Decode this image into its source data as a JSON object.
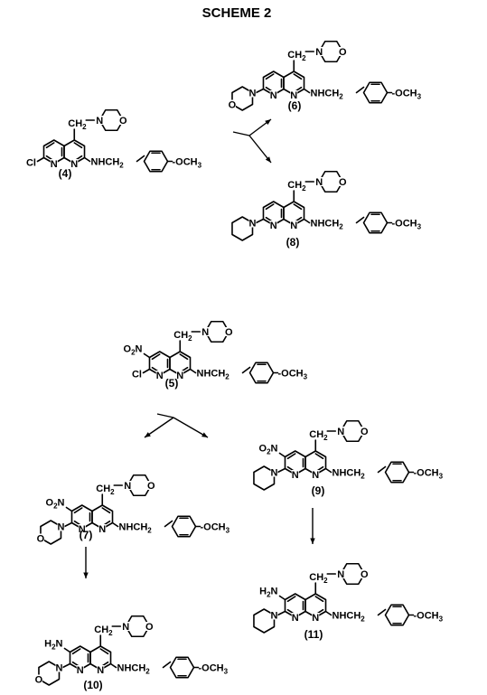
{
  "title": "SCHEME 2",
  "atoms": {
    "N": "N",
    "O": "O",
    "Cl": "Cl",
    "ch2_c": "CH",
    "ch2_sub": "2",
    "nhch2_main": "NHCH",
    "nhch2_sub": "2",
    "och3_main": "OCH",
    "och3_sub": "3",
    "no2_o": "O",
    "no2_sub": "2",
    "no2_n": "N",
    "h2n_h": "H",
    "h2n_sub": "2",
    "h2n_n": "N"
  },
  "compounds": [
    {
      "id": "4",
      "label": "(4)"
    },
    {
      "id": "6",
      "label": "(6)"
    },
    {
      "id": "8",
      "label": "(8)"
    },
    {
      "id": "5",
      "label": "(5)"
    },
    {
      "id": "9",
      "label": "(9)"
    },
    {
      "id": "7",
      "label": "(7)"
    },
    {
      "id": "11",
      "label": "(11)"
    },
    {
      "id": "10",
      "label": "(10)"
    }
  ]
}
